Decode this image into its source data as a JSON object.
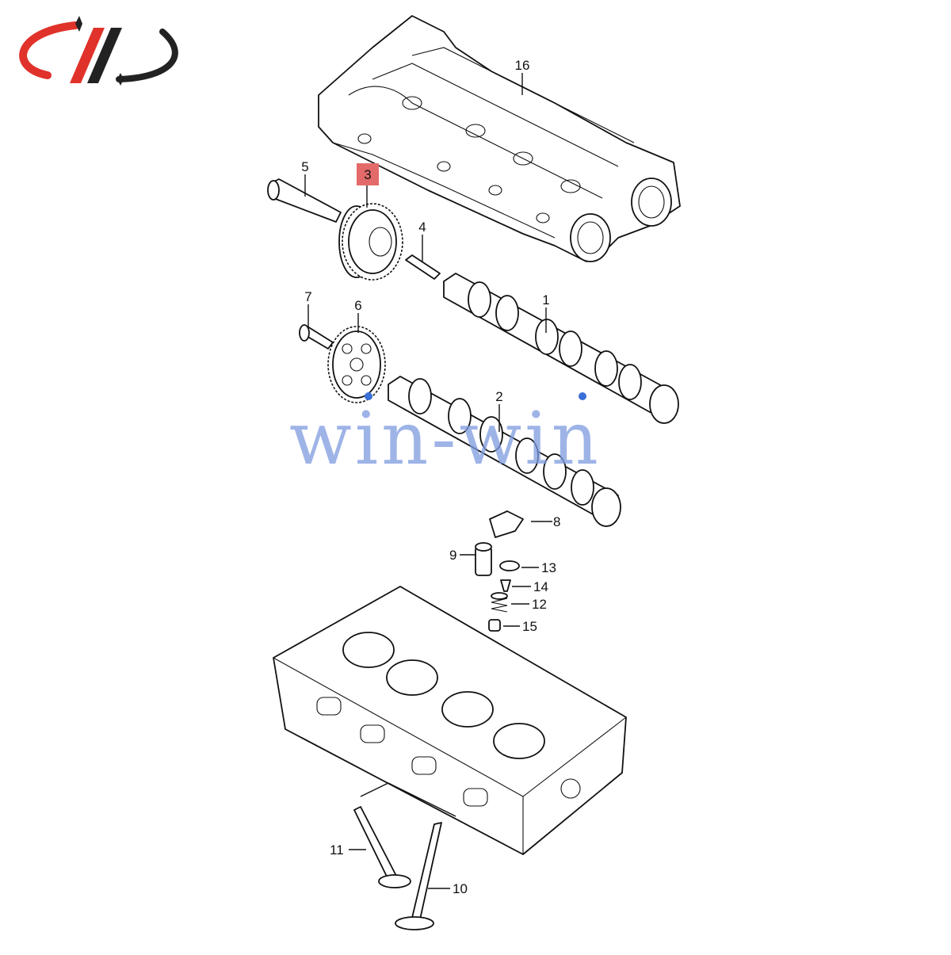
{
  "logo": {
    "name": "brand-logo",
    "accent_red": "#e0322a",
    "dark": "#222222"
  },
  "watermark": {
    "text": "win-win",
    "color": "#7e9be0"
  },
  "highlight_color": "#e46a6a",
  "callouts": [
    {
      "id": "1",
      "label": "1"
    },
    {
      "id": "2",
      "label": "2"
    },
    {
      "id": "3",
      "label": "3",
      "highlighted": true
    },
    {
      "id": "4",
      "label": "4"
    },
    {
      "id": "5",
      "label": "5"
    },
    {
      "id": "6",
      "label": "6"
    },
    {
      "id": "7",
      "label": "7"
    },
    {
      "id": "8",
      "label": "8"
    },
    {
      "id": "9",
      "label": "9"
    },
    {
      "id": "10",
      "label": "10"
    },
    {
      "id": "11",
      "label": "11"
    },
    {
      "id": "12",
      "label": "12"
    },
    {
      "id": "13",
      "label": "13"
    },
    {
      "id": "14",
      "label": "14"
    },
    {
      "id": "15",
      "label": "15"
    },
    {
      "id": "16",
      "label": "16"
    }
  ]
}
